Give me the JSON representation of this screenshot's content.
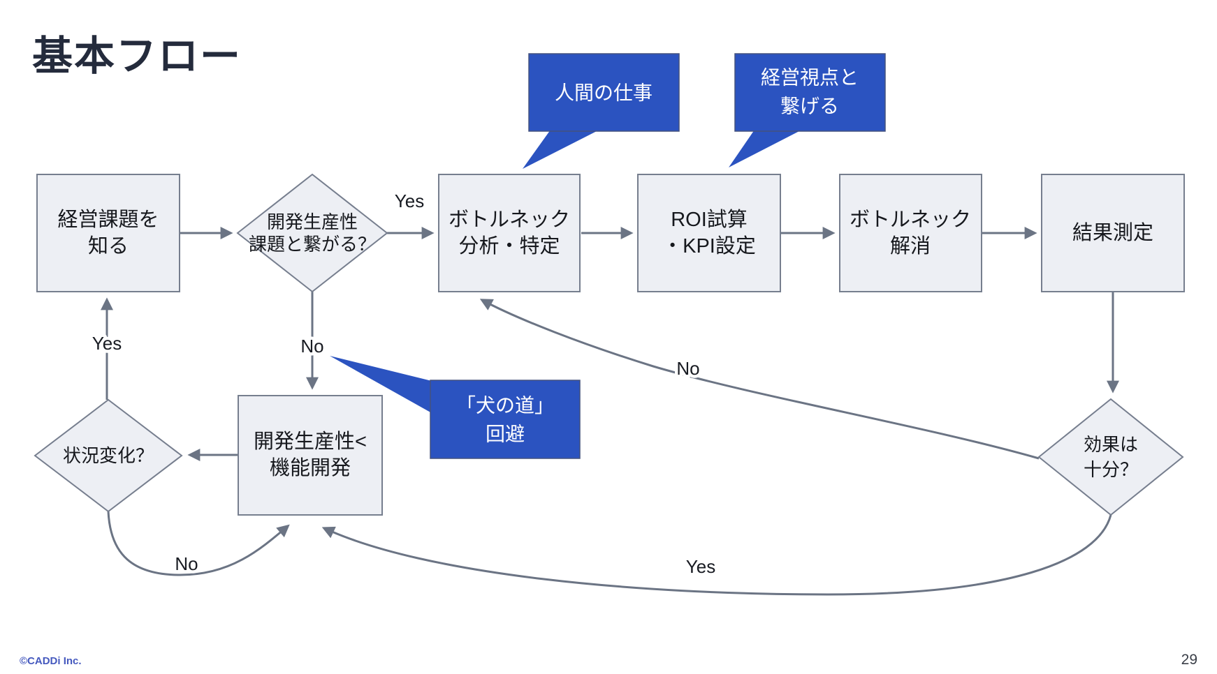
{
  "slide": {
    "title": "基本フロー",
    "copyright": "©CADDi Inc.",
    "page_number": "29"
  },
  "colors": {
    "accent_blue": "#2b53c0",
    "accent_blue_border": "#44527e",
    "node_fill": "#edeff4",
    "node_border": "#767e8e",
    "arrow": "#6b7484"
  },
  "nodes": {
    "know_issues": {
      "line1": "経営課題を",
      "line2": "知る"
    },
    "productivity_link": {
      "line1": "開発生産性",
      "line2": "課題と繋がる？"
    },
    "bottleneck_analysis": {
      "line1": "ボトルネック",
      "line2": "分析・特定"
    },
    "roi_kpi": {
      "line1": "ROI試算",
      "line2": "・KPI設定"
    },
    "bottleneck_resolution": {
      "line1": "ボトルネック",
      "line2": "解消"
    },
    "result_measurement": {
      "label": "結果測定"
    },
    "effect_sufficient": {
      "line1": "効果は",
      "line2": "十分？"
    },
    "situation_change": {
      "label": "状況変化？"
    },
    "productivity_vs_feature": {
      "line1": "開発生産性<",
      "line2": "機能開発"
    }
  },
  "callouts": {
    "human_work": {
      "label": "人間の仕事"
    },
    "management_perspective": {
      "line1": "経営視点と",
      "line2": "繋げる"
    },
    "dog_path": {
      "line1": "「犬の道」",
      "line2": "回避"
    }
  },
  "edge_labels": {
    "yes_to_analysis": "Yes",
    "no_to_productivity_box": "No",
    "yes_to_know_issues": "Yes",
    "no_situation_loop": "No",
    "no_effect_loop": "No",
    "yes_effect_loop": "Yes"
  }
}
